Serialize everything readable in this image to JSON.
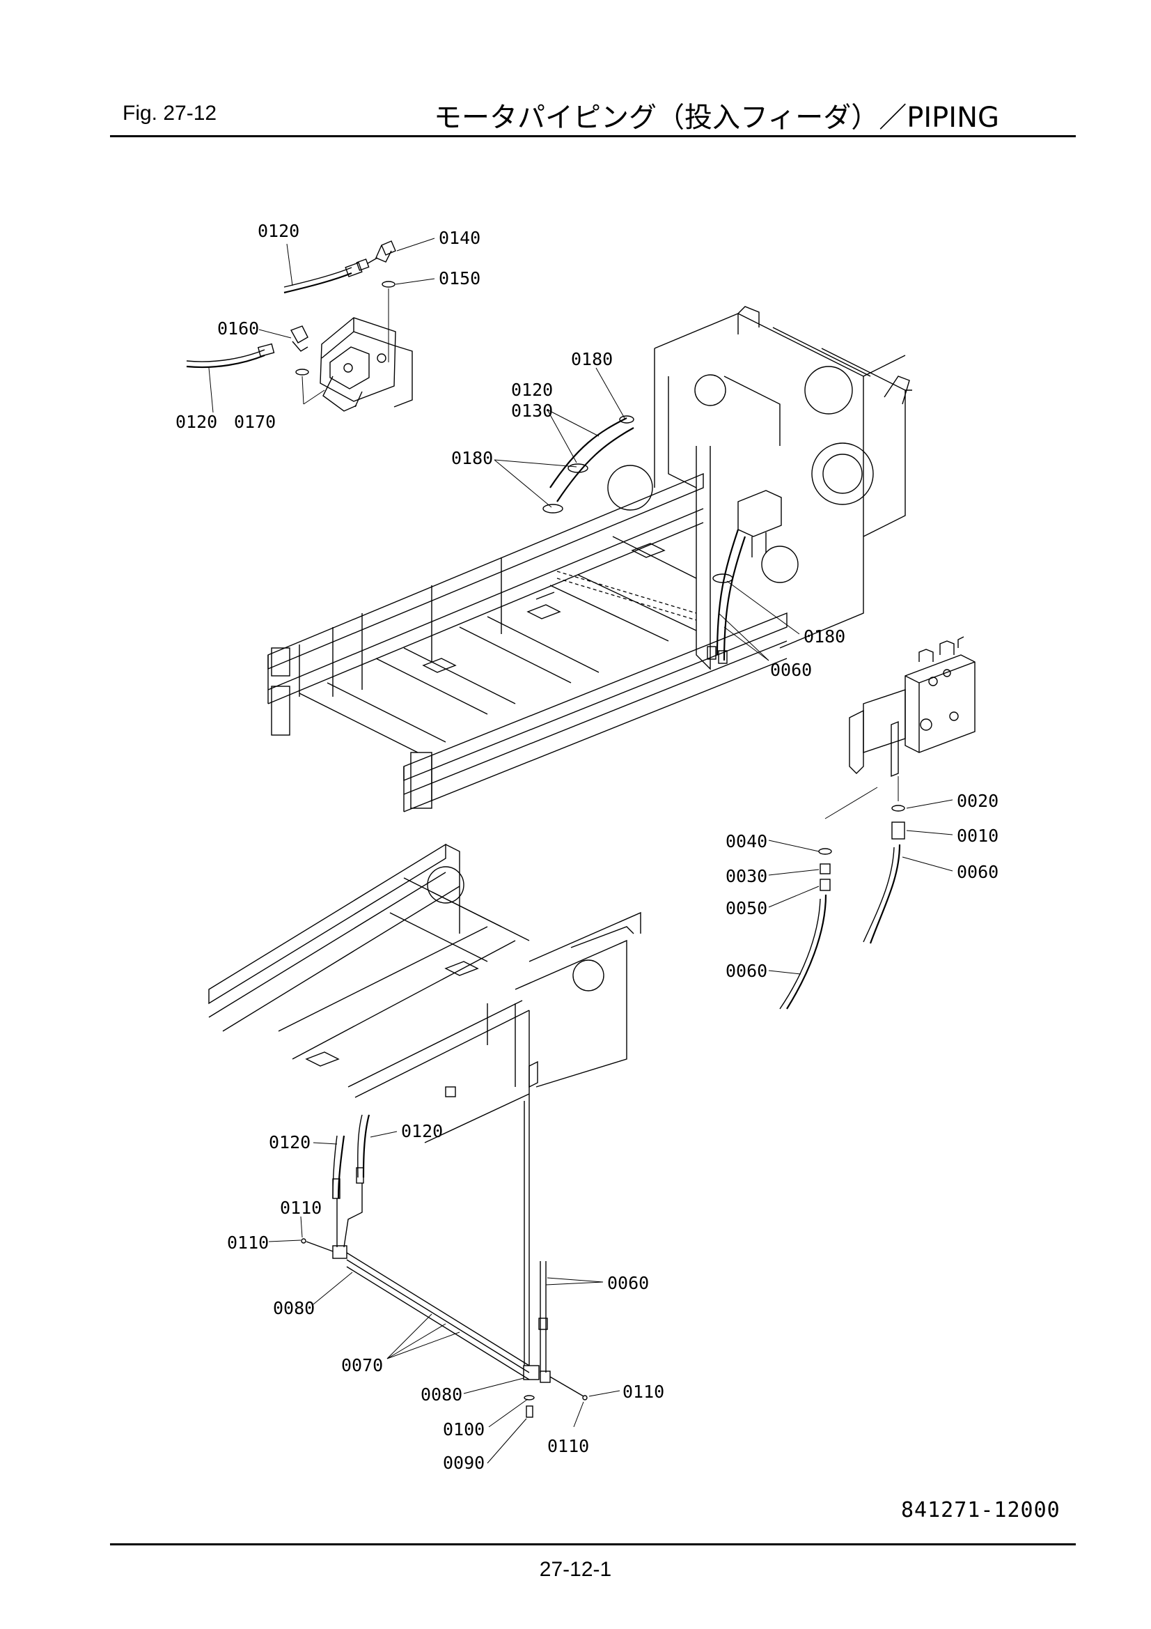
{
  "header": {
    "fig_label": "Fig.  27-12",
    "title": "モータパイピング（投入フィーダ）／PIPING"
  },
  "callouts": {
    "c0120_a": "0120",
    "c0140": "0140",
    "c0150": "0150",
    "c0160": "0160",
    "c0120_b": "0120",
    "c0170": "0170",
    "c0180_a": "0180",
    "c0120_c": "0120",
    "c0130": "0130",
    "c0180_b": "0180",
    "c0180_c": "0180",
    "c0060_a": "0060",
    "c0020": "0020",
    "c0040": "0040",
    "c0010": "0010",
    "c0030": "0030",
    "c0060_b": "0060",
    "c0050": "0050",
    "c0060_c": "0060",
    "c0120_d": "0120",
    "c0120_e": "0120",
    "c0110_a": "0110",
    "c0110_b": "0110",
    "c0060_d": "0060",
    "c0080_a": "0080",
    "c0070": "0070",
    "c0080_b": "0080",
    "c0110_c": "0110",
    "c0100": "0100",
    "c0110_d": "0110",
    "c0090": "0090"
  },
  "footer": {
    "drawing_number": "841271-12000",
    "page_number": "27-12-1"
  }
}
